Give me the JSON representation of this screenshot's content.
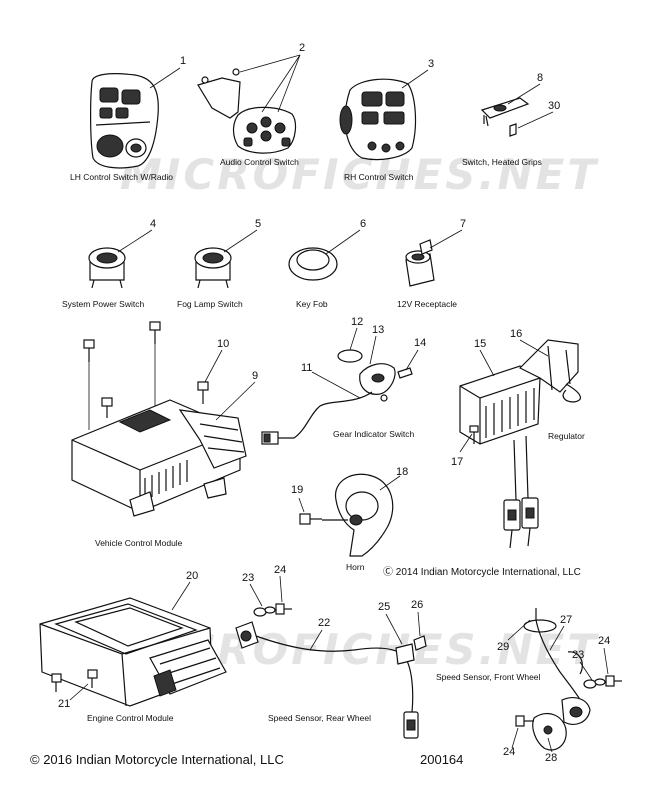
{
  "watermark": "MICROFICHES.NET",
  "parts": {
    "lh_control_switch": {
      "number": "1",
      "label": "LH Control Switch W/Radio"
    },
    "audio_control_switch": {
      "number": "2",
      "label": "Audio Control Switch"
    },
    "rh_control_switch": {
      "number": "3",
      "label": "RH Control Switch"
    },
    "heated_grips_switch": {
      "number": "8",
      "label": "Switch, Heated Grips"
    },
    "heated_grips_screw": {
      "number": "30"
    },
    "system_power_switch": {
      "number": "4",
      "label": "System Power Switch"
    },
    "fog_lamp_switch": {
      "number": "5",
      "label": "Fog Lamp Switch"
    },
    "key_fob": {
      "number": "6",
      "label": "Key Fob"
    },
    "receptacle_12v": {
      "number": "7",
      "label": "12V Receptacle"
    },
    "vcm_screw": {
      "number": "10"
    },
    "vehicle_control_module": {
      "number": "9",
      "label": "Vehicle Control Module"
    },
    "gear_indicator_ring": {
      "number": "12"
    },
    "gear_indicator_seal": {
      "number": "13"
    },
    "gear_indicator_screw": {
      "number": "14"
    },
    "gear_indicator_switch": {
      "number": "11",
      "label": "Gear Indicator Switch"
    },
    "regulator": {
      "number": "15",
      "label": "Regulator"
    },
    "regulator_bracket": {
      "number": "16"
    },
    "regulator_screw": {
      "number": "17"
    },
    "horn": {
      "number": "18",
      "label": "Horn"
    },
    "horn_screw": {
      "number": "19"
    },
    "engine_control_module": {
      "number": "20",
      "label": "Engine Control Module"
    },
    "ecm_screw": {
      "number": "21"
    },
    "speed_sensor_rear": {
      "number": "22",
      "label": "Speed Sensor, Rear Wheel"
    },
    "washer_23a": {
      "number": "23"
    },
    "bolt_24a": {
      "number": "24"
    },
    "clip_25": {
      "number": "25"
    },
    "nut_26": {
      "number": "26"
    },
    "speed_sensor_front": {
      "number": "27",
      "label": "Speed Sensor, Front Wheel"
    },
    "bracket_28": {
      "number": "28"
    },
    "tie_29": {
      "number": "29"
    },
    "washer_23b": {
      "number": "23"
    },
    "bolt_24b": {
      "number": "24"
    },
    "bolt_24c": {
      "number": "24"
    }
  },
  "copyright_2014": "Ⓒ 2014 Indian Motorcycle International, LLC",
  "copyright_2016": "© 2016 Indian Motorcycle International, LLC",
  "diagram_id": "200164"
}
